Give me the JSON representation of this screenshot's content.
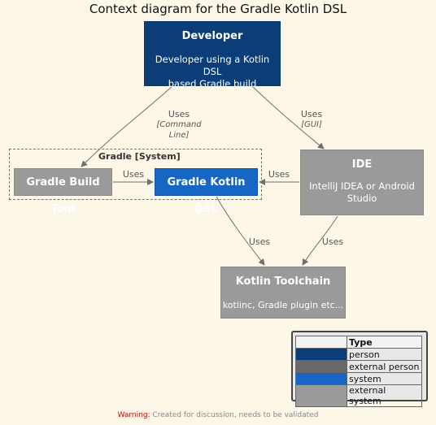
{
  "title": "Context diagram for the Gradle Kotlin DSL",
  "developer": {
    "name": "Developer",
    "description_1": "Developer using a Kotlin DSL",
    "description_2": "based Gradle build"
  },
  "ide": {
    "name": "IDE",
    "description_1": "IntelliJ IDEA or Android",
    "description_2": "Studio"
  },
  "kotlin_toolchain": {
    "name": "Kotlin Toolchain",
    "description": "kotlinc, Gradle plugin etc..."
  },
  "gradle_build_tool": {
    "name": "Gradle Build Tool"
  },
  "gradle_kotlin_dsl": {
    "name": "Gradle Kotlin DSL"
  },
  "boundary": {
    "label": "Gradle [System]"
  },
  "relations": {
    "dev_to_build_tool": {
      "label": "Uses",
      "tech": "[Command Line]"
    },
    "dev_to_ide": {
      "label": "Uses",
      "tech": "[GUI]"
    },
    "build_tool_to_dsl": {
      "label": "Uses"
    },
    "ide_to_dsl": {
      "label": "Uses"
    },
    "dsl_to_toolchain": {
      "label": "Uses"
    },
    "ide_to_toolchain": {
      "label": "Uses"
    }
  },
  "legend": {
    "header": "Type",
    "rows": [
      {
        "label": "person",
        "color": "#0b3e78"
      },
      {
        "label": "external person",
        "color": "#686868"
      },
      {
        "label": "system",
        "color": "#1667c4"
      },
      {
        "label": "external system",
        "color": "#9a9a9a"
      }
    ]
  },
  "footer": {
    "warning_label": "Warning:",
    "warning_text": " Created for discussion, needs to be validated"
  },
  "colors": {
    "background": "#fcf7e6",
    "line": "#6f6f6f"
  }
}
